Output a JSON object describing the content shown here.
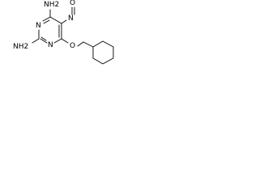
{
  "molecule": {
    "atoms": [
      {
        "id": "nh2_top",
        "label": "NH2"
      },
      {
        "id": "nh2_left",
        "label": "NH2"
      },
      {
        "id": "n1",
        "label": "N"
      },
      {
        "id": "n3",
        "label": "N"
      },
      {
        "id": "n_nitroso",
        "label": "N"
      },
      {
        "id": "o_nitroso",
        "label": "O"
      },
      {
        "id": "o_ether",
        "label": "O"
      }
    ]
  },
  "colors": {
    "line": "#000000",
    "background": "#ffffff"
  }
}
